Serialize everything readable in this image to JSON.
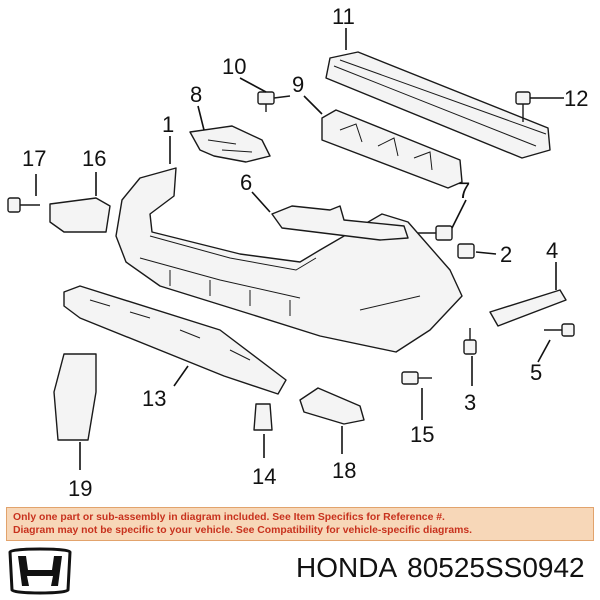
{
  "diagram": {
    "callouts": [
      "1",
      "2",
      "3",
      "4",
      "5",
      "6",
      "7",
      "8",
      "9",
      "10",
      "11",
      "12",
      "13",
      "14",
      "15",
      "16",
      "17",
      "18",
      "19"
    ]
  },
  "notice": {
    "line1": "Only one part or sub-assembly in diagram included. See Item Specifics for Reference #.",
    "line2": "Diagram may not be specific to your vehicle. See Compatibility for vehicle-specific diagrams."
  },
  "footer": {
    "brand": "HONDA",
    "part_number": "80525SS0942"
  },
  "colors": {
    "notice_background": "#f7d7b8",
    "notice_text": "#c8321e"
  }
}
